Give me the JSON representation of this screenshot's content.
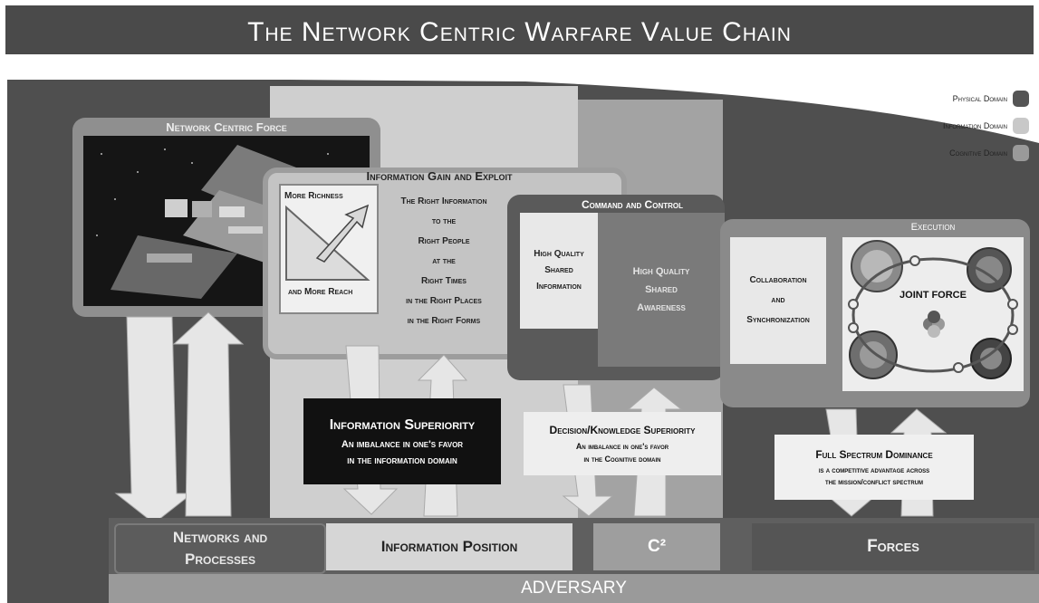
{
  "title": "The Network Centric Warfare Value Chain",
  "legend": [
    {
      "label": "Physical Domain",
      "color": "#555555"
    },
    {
      "label": "Information Domain",
      "color": "#c8c8c8"
    },
    {
      "label": "Cognitive Domain",
      "color": "#9a9a9a"
    }
  ],
  "network_centric_force": {
    "title": "Network Centric Force"
  },
  "info_gain": {
    "title": "Information Gain and Exploit",
    "more_richness": "More Richness",
    "more_reach": "and More Reach",
    "right_info": [
      "The Right Information",
      "to the",
      "Right People",
      "at the",
      "Right Times",
      "in the Right Places",
      "in the Right Forms"
    ]
  },
  "command_control": {
    "title": "Command and Control",
    "hq_info": [
      "High Quality",
      "Shared",
      "Information"
    ],
    "hq_aware": [
      "High Quality",
      "Shared",
      "Awareness"
    ]
  },
  "execution": {
    "title": "Execution",
    "collab": [
      "Collaboration",
      "and",
      "Synchronization"
    ],
    "joint_force": "JOINT FORCE"
  },
  "info_superiority": {
    "title": "Information Superiority",
    "line1": "An imbalance in one's favor",
    "line2": "in the information domain"
  },
  "decision_superiority": {
    "title": "Decision/Knowledge Superiority",
    "line1": "An imbalance in one's favor",
    "line2": "in the Cognitive domain"
  },
  "full_spectrum": {
    "title": "Full Spectrum Dominance",
    "line1": "is a competitive advantage across",
    "line2": "the mission/conflict spectrum"
  },
  "bottom": {
    "networks": [
      "Networks and",
      "Processes"
    ],
    "info_position": "Information Position",
    "c2": "C²",
    "forces": "Forces",
    "adversary": "ADVERSARY"
  }
}
